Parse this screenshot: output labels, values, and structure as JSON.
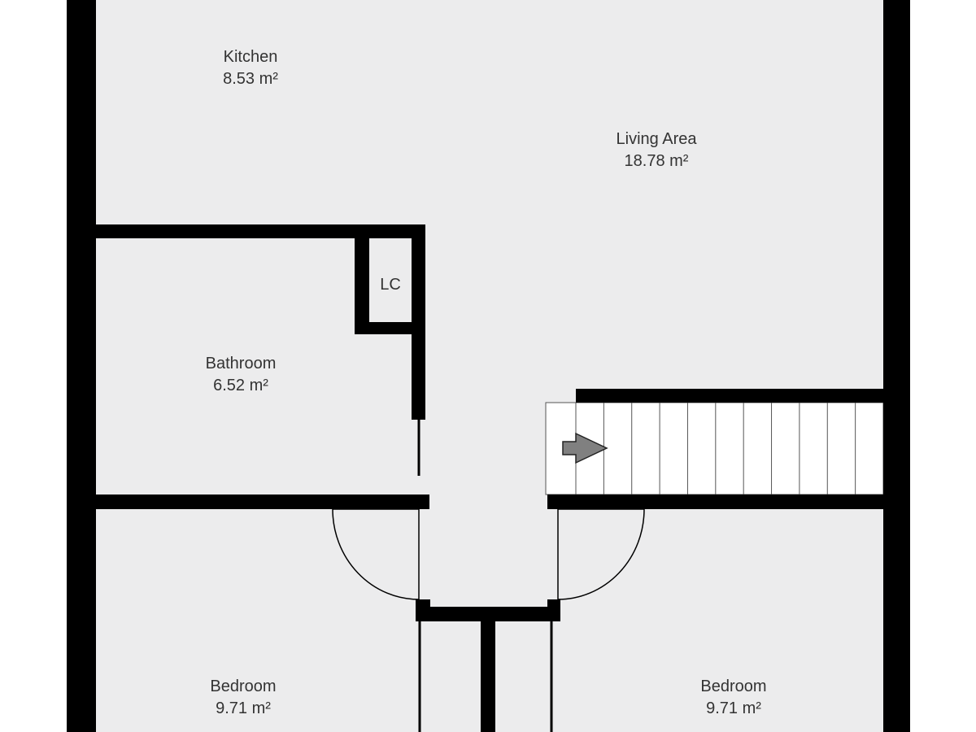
{
  "colors": {
    "floor": "#ececed",
    "wall": "#000000",
    "stair_fill": "#ffffff",
    "stair_line": "#555555",
    "arrow": "#808080",
    "label": "#333333"
  },
  "rooms": [
    {
      "id": "kitchen",
      "name": "Kitchen",
      "area": "8.53 m²"
    },
    {
      "id": "living-area",
      "name": "Living Area",
      "area": "18.78 m²"
    },
    {
      "id": "lc",
      "name": "LC",
      "area": ""
    },
    {
      "id": "bathroom",
      "name": "Bathroom",
      "area": "6.52 m²"
    },
    {
      "id": "bedroom-left",
      "name": "Bedroom",
      "area": "9.71 m²"
    },
    {
      "id": "bedroom-right",
      "name": "Bedroom",
      "area": "9.71 m²"
    }
  ],
  "stairs": {
    "direction": "right",
    "step_count": 12
  }
}
